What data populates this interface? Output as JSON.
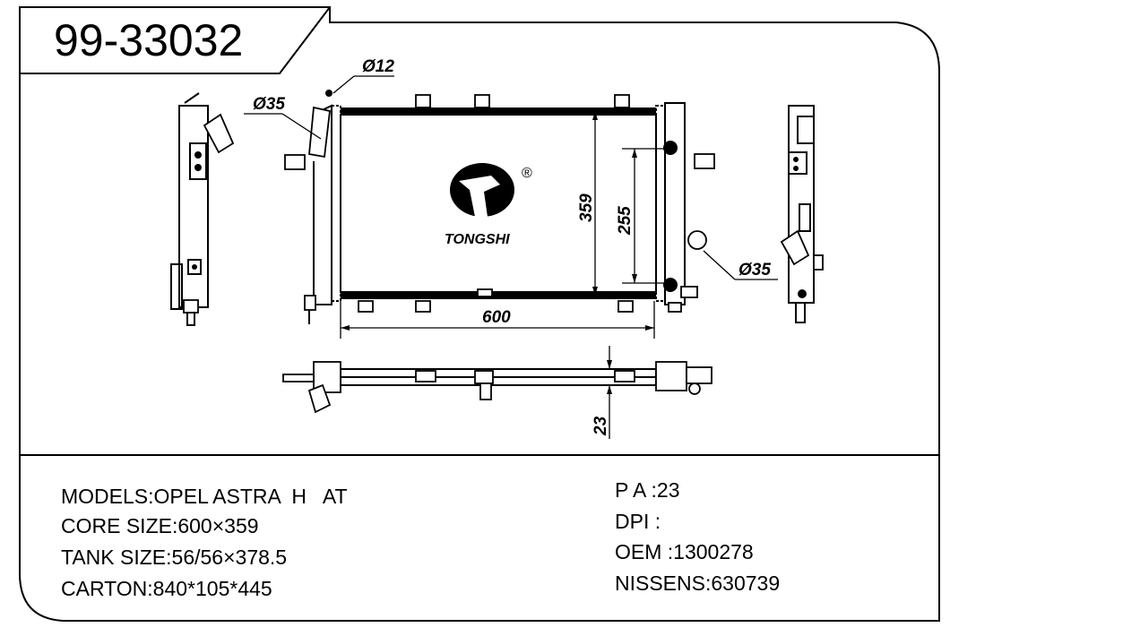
{
  "part_number": "99-33032",
  "brand": {
    "name": "TONGSHI",
    "registered": "®"
  },
  "dimensions": {
    "inlet_top": "Ø12",
    "inlet_left": "Ø35",
    "outlet_right": "Ø35",
    "core_width": "600",
    "core_height": "359",
    "tank_span": "255",
    "thickness": "23"
  },
  "specs_left": [
    "MODELS:OPEL ASTRA  H   AT",
    "CORE SIZE:600×359",
    "TANK SIZE:56/56×378.5",
    "CARTON:840*105*445"
  ],
  "specs_right": [
    "P A :23",
    "DPI :",
    "OEM :1300278",
    "NISSENS:630739"
  ]
}
